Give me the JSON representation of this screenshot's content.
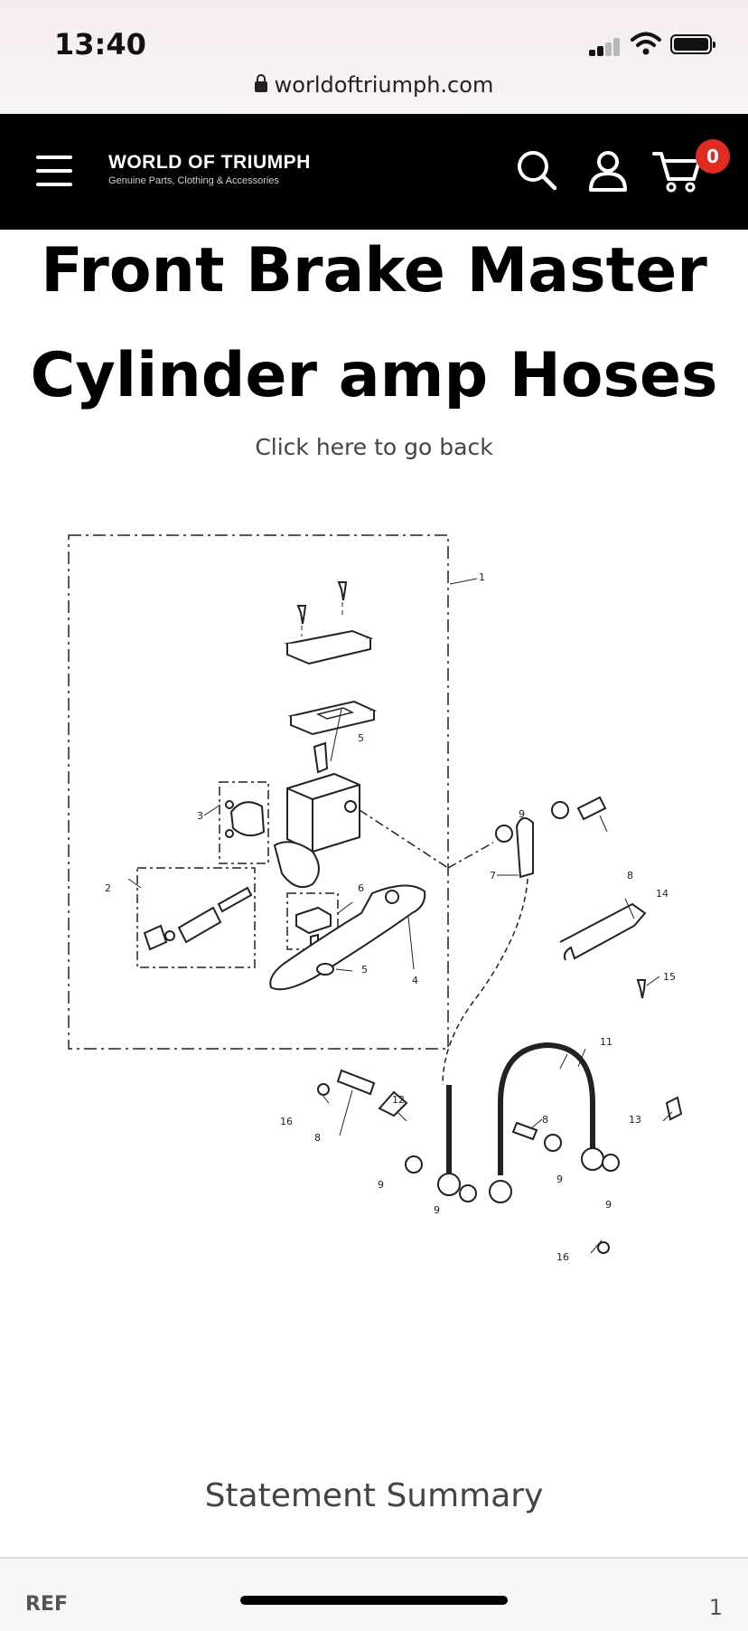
{
  "status_bar": {
    "time": "13:40"
  },
  "browser": {
    "url": "worldoftriumph.com"
  },
  "header": {
    "brand_title": "WORLD OF TRIUMPH",
    "brand_tagline": "Genuine Parts, Clothing & Accessories",
    "cart_count": "0",
    "icons": [
      "menu-icon",
      "search-icon",
      "account-icon",
      "cart-icon"
    ]
  },
  "page": {
    "title_line1": "Front Brake Master",
    "title_line2": "Cylinder amp Hoses",
    "back_link": "Click here to go back"
  },
  "diagram": {
    "callouts": {
      "c1": "1",
      "c2": "2",
      "c3": "3",
      "c4": "4",
      "c5a": "5",
      "c5b": "5",
      "c6": "6",
      "c7": "7",
      "c8a": "8",
      "c8b": "8",
      "c8c": "8",
      "c9a": "9",
      "c9b": "9",
      "c9c": "9",
      "c9d": "9",
      "c9e": "9",
      "c11": "11",
      "c12": "12",
      "c13": "13",
      "c14": "14",
      "c15": "15",
      "c16a": "16",
      "c16b": "16"
    }
  },
  "summary": {
    "heading": "Statement Summary",
    "col_ref": "REF",
    "first_value": "1"
  }
}
